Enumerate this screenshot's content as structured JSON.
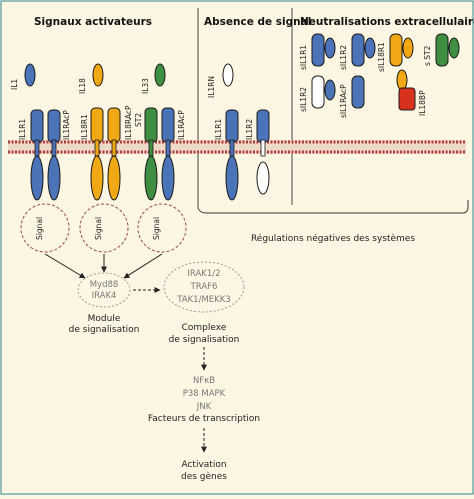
{
  "headers": {
    "activating": "Signaux activateurs",
    "absence": "Absence de signal",
    "neutralizing": "Neutralisations extracellulaires"
  },
  "ligands": {
    "il1": "IL1",
    "il18": "IL18",
    "il33": "IL33",
    "il1rn": "IL1RN"
  },
  "receptors": {
    "il1r1": "IL1R1",
    "il1racp": "IL1RAcP",
    "il18r1": "IL18R1",
    "il18racp": "IL18RAcP",
    "st2": "ST2",
    "il1r1_absence": "IL1R1",
    "il1r2_absence": "IL1R2"
  },
  "soluble": {
    "sil1r1": "sIL1R1",
    "sil1r2": "sIL1R2",
    "sil18r1": "sIL18R1",
    "sst2": "s ST2",
    "sil1r2_b": "sIL1R2",
    "sil1racp": "sIL1RAcP",
    "il18bp": "IL18BP"
  },
  "signal_label": "Signal",
  "negative_regulation": "Régulations négatives des systèmes",
  "module": {
    "protein1": "Myd88",
    "protein2": "IRAK4",
    "caption_line1": "Module",
    "caption_line2": "de signalisation"
  },
  "complex": {
    "protein1": "IRAK1/2",
    "protein2": "TRAF6",
    "protein3": "TAK1/MEKK3",
    "caption_line1": "Complexe",
    "caption_line2": "de signalisation"
  },
  "transcription": {
    "factor1": "NFκB",
    "factor2": "P38 MAPK",
    "factor3": "JNK",
    "caption": "Facteurs de transcription"
  },
  "activation": {
    "line1": "Activation",
    "line2": "des gènes"
  },
  "colors": {
    "background": "#fdf6e3",
    "blue": "#4a73b8",
    "yellow": "#f0a814",
    "green": "#3f8f42",
    "red": "#d8321f",
    "membrane": "#b03a3a",
    "outline": "#1a1a1a"
  }
}
